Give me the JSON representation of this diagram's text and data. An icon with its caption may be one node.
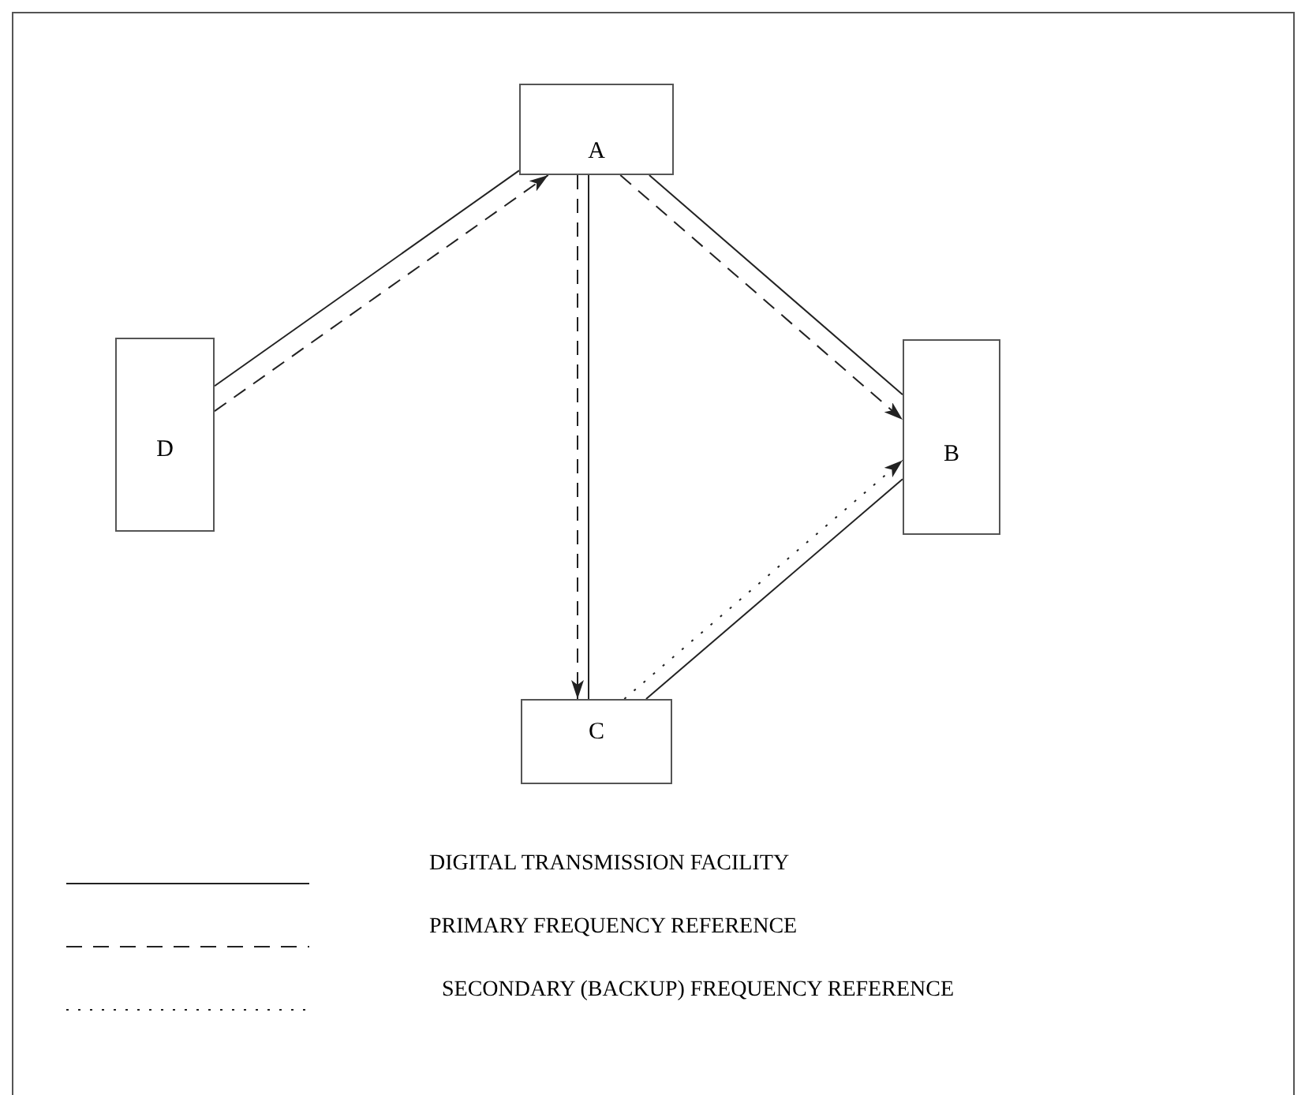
{
  "diagram": {
    "nodes": [
      {
        "text": [
          "A"
        ]
      },
      {
        "text": [
          "B"
        ]
      },
      {
        "text": [
          "C"
        ]
      },
      {
        "text": [
          "D"
        ]
      }
    ],
    "edges": [
      {
        "from": 3,
        "to": 0,
        "arrow": "none"
      },
      {
        "from": 3,
        "to": 0,
        "arrow": "to",
        "style": "dashed"
      },
      {
        "from": 0,
        "to": 1,
        "arrow": "none"
      },
      {
        "from": 0,
        "to": 1,
        "arrow": "to",
        "style": "dashed"
      },
      {
        "from": 0,
        "to": 2,
        "arrow": "to",
        "style": "dashed"
      },
      {
        "from": 0,
        "to": 2,
        "arrow": "none"
      },
      {
        "from": 2,
        "to": 1,
        "arrow": "none"
      },
      {
        "from": 2,
        "to": 1,
        "arrow": "to",
        "style": "dashed"
      }
    ],
    "legend": [
      {
        "text": "DIGITAL TRANSMISSION FACILITY"
      },
      {
        "text": "PRIMARY FREQUENCY REFERENCE"
      },
      {
        "text": "SECONDARY (BACKUP) FREQUENCY REFERENCE"
      }
    ]
  }
}
